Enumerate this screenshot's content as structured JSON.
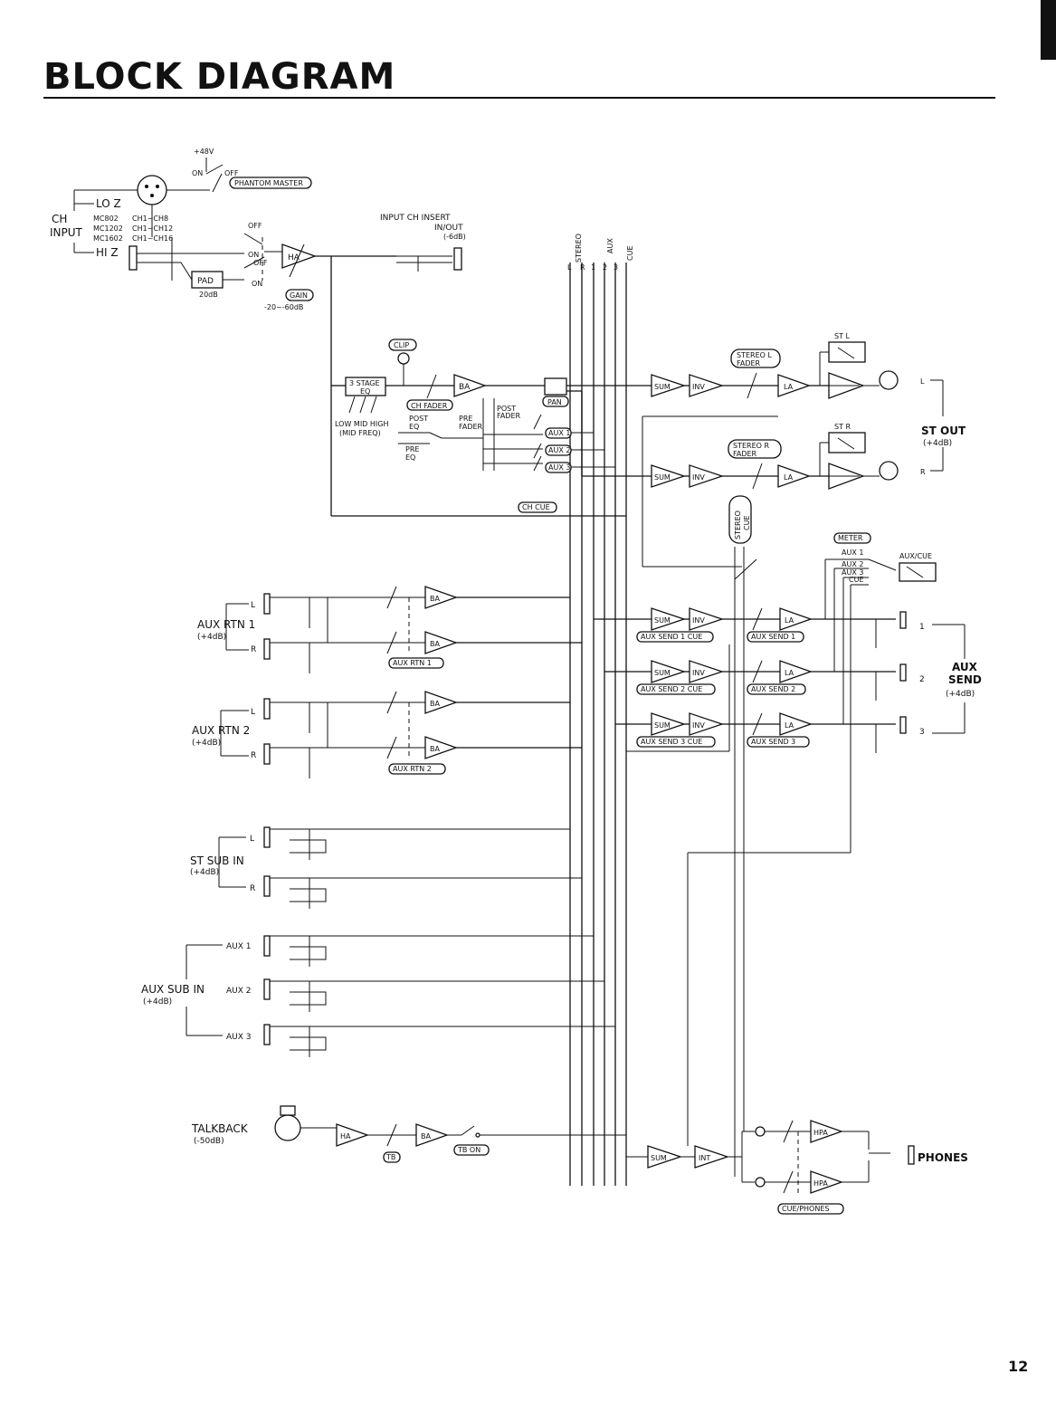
{
  "page": {
    "title": "BLOCK DIAGRAM",
    "number": "12"
  },
  "input_section": {
    "phantom_voltage": "+48V",
    "on": "ON",
    "off": "OFF",
    "phantom_master": "PHANTOM MASTER",
    "lo_z": "LO Z",
    "hi_z": "HI Z",
    "ch_input_1": "CH",
    "ch_input_2": "INPUT",
    "models": [
      "MC802",
      "MC1202",
      "MC1602"
    ],
    "channels": [
      "CH1~CH8",
      "CH1~CH12",
      "CH1~CH16"
    ],
    "pad": "PAD",
    "pad_value": "20dB",
    "ha": "HA",
    "gain": "GAIN",
    "gain_range": "-20~-60dB",
    "insert_1": "INPUT CH INSERT",
    "insert_2": "IN/OUT",
    "insert_3": "(-6dB)"
  },
  "buses": {
    "stereo": "STEREO",
    "l": "L",
    "r": "R",
    "aux": "AUX",
    "n1": "1",
    "n2": "2",
    "n3": "3",
    "cue": "CUE"
  },
  "channel_strip": {
    "clip": "CLIP",
    "eq_1": "3 STAGE",
    "eq_2": "EQ",
    "eq_bands": "LOW MID HIGH",
    "mid_freq": "(MID FREQ)",
    "ch_fader": "CH FADER",
    "ba": "BA",
    "post_eq_1": "POST",
    "post_eq_2": "EQ",
    "pre_eq_1": "PRE",
    "pre_eq_2": "EQ",
    "pre_fader_1": "PRE",
    "pre_fader_2": "FADER",
    "post_fader_1": "POST",
    "post_fader_2": "FADER",
    "pan": "PAN",
    "aux1": "AUX 1",
    "aux2": "AUX 2",
    "aux3": "AUX 3",
    "ch_cue": "CH CUE"
  },
  "stereo_section": {
    "sum": "SUM",
    "inv": "INV",
    "la": "LA",
    "stereo_l_fader_1": "STEREO L",
    "stereo_l_fader_2": "FADER",
    "stereo_r_fader_1": "STEREO R",
    "stereo_r_fader_2": "FADER",
    "st_l": "ST L",
    "st_r": "ST R",
    "st_out": "ST OUT",
    "st_out_level": "(+4dB)",
    "l": "L",
    "r": "R",
    "stereo_cue_1": "STEREO",
    "stereo_cue_2": "CUE"
  },
  "meter_section": {
    "meter": "METER",
    "aux1": "AUX 1",
    "aux2": "AUX 2",
    "aux3": "AUX 3",
    "cue": "CUE",
    "aux_cue": "AUX/CUE"
  },
  "aux_rtn_1": {
    "name_1": "AUX RTN 1",
    "level": "(+4dB)",
    "l": "L",
    "r": "R",
    "ba": "BA",
    "label": "AUX RTN 1"
  },
  "aux_rtn_2": {
    "name_1": "AUX RTN 2",
    "level": "(+4dB)",
    "l": "L",
    "r": "R",
    "ba": "BA",
    "label": "AUX RTN 2"
  },
  "aux_send_section": {
    "sum": "SUM",
    "inv": "INV",
    "la": "LA",
    "cue_labels": [
      "AUX SEND 1 CUE",
      "AUX SEND 2 CUE",
      "AUX SEND 3 CUE"
    ],
    "send_labels": [
      "AUX SEND 1",
      "AUX SEND 2",
      "AUX SEND 3"
    ],
    "out_numbers": [
      "1",
      "2",
      "3"
    ],
    "aux_send_1": "AUX",
    "aux_send_2": "SEND",
    "aux_send_level": "(+4dB)"
  },
  "st_sub_in": {
    "name": "ST SUB IN",
    "level": "(+4dB)",
    "l": "L",
    "r": "R"
  },
  "aux_sub_in": {
    "name": "AUX SUB IN",
    "level": "(+4dB)",
    "aux1": "AUX 1",
    "aux2": "AUX 2",
    "aux3": "AUX 3"
  },
  "talkback": {
    "name": "TALKBACK",
    "level": "(-50dB)",
    "ha": "HA",
    "ba": "BA",
    "tb": "TB",
    "tb_on": "TB ON",
    "sum": "SUM",
    "int": "INT",
    "hpa": "HPA",
    "phones": "PHONES",
    "cue_phones": "CUE/PHONES"
  }
}
